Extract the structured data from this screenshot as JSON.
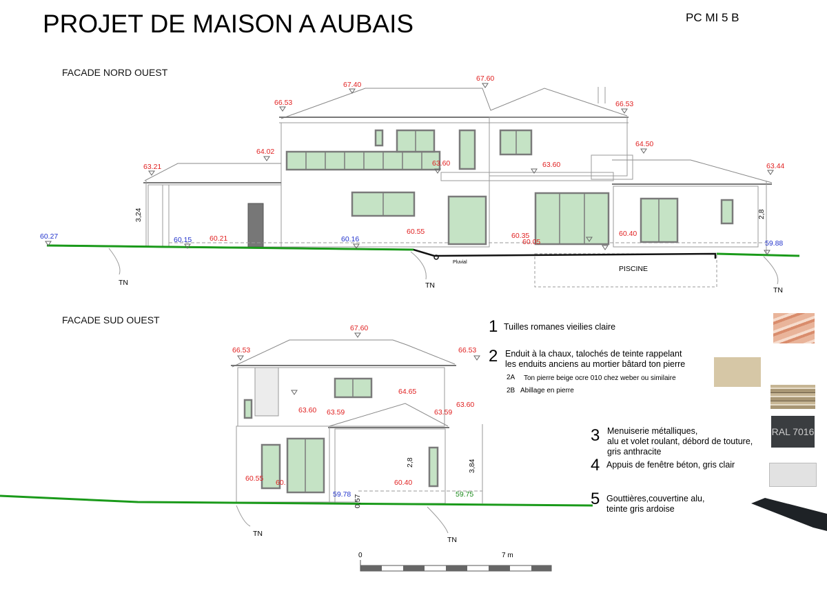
{
  "title": "PROJET DE MAISON A AUBAIS",
  "reference": "PC MI 5 B",
  "facade_nw": {
    "title": "FACADE NORD OUEST",
    "levels": [
      {
        "v": "60.27",
        "c": "blue"
      },
      {
        "v": "63.21",
        "c": "red"
      },
      {
        "v": "64.02",
        "c": "red"
      },
      {
        "v": "66.53",
        "c": "red"
      },
      {
        "v": "67.40",
        "c": "red"
      },
      {
        "v": "67.60",
        "c": "red"
      },
      {
        "v": "66.53",
        "c": "red"
      },
      {
        "v": "64.50",
        "c": "red"
      },
      {
        "v": "63.60",
        "c": "red"
      },
      {
        "v": "63.60",
        "c": "red"
      },
      {
        "v": "63.44",
        "c": "red"
      },
      {
        "v": "60.15",
        "c": "blue"
      },
      {
        "v": "60.21",
        "c": "red"
      },
      {
        "v": "60.16",
        "c": "blue"
      },
      {
        "v": "60.55",
        "c": "red"
      },
      {
        "v": "60.35",
        "c": "red"
      },
      {
        "v": "60.05",
        "c": "red"
      },
      {
        "v": "60.40",
        "c": "red"
      },
      {
        "v": "59.88",
        "c": "blue"
      }
    ],
    "dims": [
      "3,24",
      "2,8"
    ],
    "tn": [
      "TN",
      "TN",
      "TN"
    ],
    "pluvial": "Pluvial",
    "piscine": "PISCINE"
  },
  "facade_so": {
    "title": "FACADE SUD OUEST",
    "levels": [
      {
        "v": "67.60",
        "c": "red"
      },
      {
        "v": "66.53",
        "c": "red"
      },
      {
        "v": "66.53",
        "c": "red"
      },
      {
        "v": "64.65",
        "c": "red"
      },
      {
        "v": "63.60",
        "c": "red"
      },
      {
        "v": "63.59",
        "c": "red"
      },
      {
        "v": "63.59",
        "c": "red"
      },
      {
        "v": "63.60",
        "c": "red"
      },
      {
        "v": "60.55",
        "c": "red"
      },
      {
        "v": "60.",
        "c": "red"
      },
      {
        "v": "59.78",
        "c": "blue"
      },
      {
        "v": "60.40",
        "c": "red"
      },
      {
        "v": "59.75",
        "c": "green"
      }
    ],
    "dims": [
      "0,57",
      "2,8",
      "3,84"
    ],
    "tn": [
      "TN",
      "TN"
    ]
  },
  "legend": [
    {
      "num": "1",
      "lines": [
        "Tuilles romanes vieilies claire"
      ]
    },
    {
      "num": "2",
      "lines": [
        "Enduit à la chaux, talochés de teinte rappelant",
        "les enduits anciens au mortier bâtard   ton pierre"
      ],
      "sub": [
        {
          "code": "2A",
          "text": "Ton pierre beige ocre 010 chez weber ou similaire"
        },
        {
          "code": "2B",
          "text": "Abillage en pierre"
        }
      ]
    },
    {
      "num": "3",
      "lines": [
        "Menuiserie métalliques,",
        "alu et volet roulant, débord de touture,",
        "gris anthracite"
      ]
    },
    {
      "num": "4",
      "lines": [
        "Appuis de fenêtre béton, gris clair"
      ]
    },
    {
      "num": "5",
      "lines": [
        "Gouttières,couvertine alu,",
        "teinte gris ardoise"
      ]
    }
  ],
  "swatches": {
    "ral_label": "RAL 7016",
    "enduit": "#d6c7a6",
    "ral": "#3a3d40",
    "appui": "#e2e2e2",
    "tile": "#e6a58a",
    "stone": "#b9a88a"
  },
  "scale": {
    "start": "0",
    "end": "7 m"
  },
  "colors": {
    "elevation": "#e02020",
    "ground": "#1a9a1a",
    "glass": "#c5e3c5",
    "frame": "#7a7a7a"
  }
}
